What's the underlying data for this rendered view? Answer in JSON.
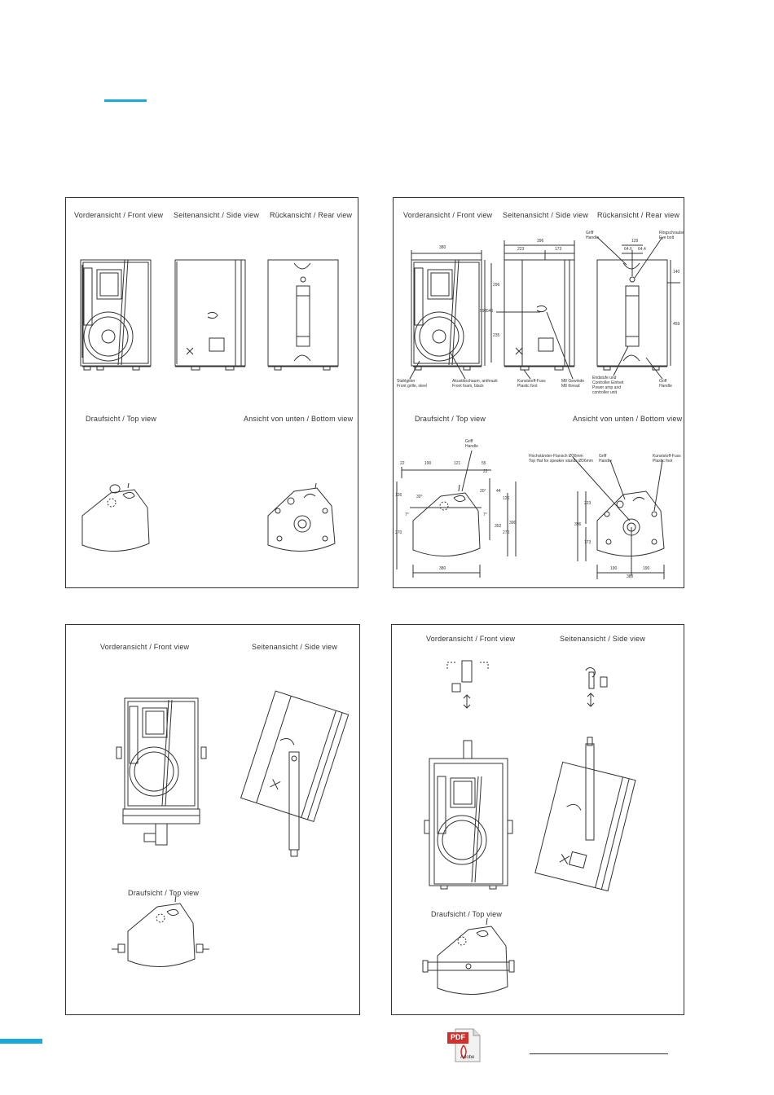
{
  "panels": [
    {
      "id": "p1",
      "labels": {
        "front": "Vorderansicht / Front view",
        "side": "Seitenansicht / Side view",
        "rear": "Rückansicht / Rear view",
        "top": "Draufsicht / Top view",
        "bottom": "Ansicht von unten / Bottom view"
      }
    },
    {
      "id": "p2",
      "labels": {
        "front": "Vorderansicht / Front view",
        "side": "Seitenansicht / Side view",
        "rear": "Rückansicht / Rear view",
        "top": "Draufsicht / Top view",
        "bottom": "Ansicht von unten / Bottom view"
      },
      "dims": {
        "width_front": "380",
        "depth_side": "396",
        "depth_a": "223",
        "depth_b": "173",
        "rear_w": "129",
        "rear_a": "64.6",
        "rear_b": "64.4",
        "h_total": "598",
        "h_inner": "546",
        "h_upper": "296",
        "h_lower": "235",
        "rear_top": "140",
        "rear_h": "459",
        "top_22a": "22",
        "top_190": "190",
        "top_121": "121",
        "top_55": "55",
        "top_22b": "22",
        "top_126": "126",
        "top_270a": "270",
        "top_30": "30°",
        "top_7a": "7°",
        "top_7b": "7°",
        "top_20": "20°",
        "top_44": "44",
        "top_126b": "126",
        "top_352": "352",
        "top_270b": "270",
        "top_396": "396",
        "top_380": "380",
        "bot_223": "223",
        "bot_396": "396",
        "bot_173": "173",
        "bot_190a": "190",
        "bot_190b": "190",
        "bot_380": "380"
      },
      "callouts": {
        "grill_de": "Stahlgitter",
        "grill_en": "Front grille, steel",
        "foam_de": "Akustikschaum, anthrazit",
        "foam_en": "Front foam, black",
        "foot_de": "Kunststoff-Fuss",
        "foot_en": "Plastic foot",
        "thread_de": "M8 Gewinde",
        "thread_en": "M8 thread",
        "amp_de": "Endstufe und",
        "amp_de2": "Controller Einheit",
        "amp_en": "Power amp and",
        "amp_en2": "controller unit",
        "handle_de": "Griff",
        "handle_en": "Handle",
        "handle2_de": "Griff",
        "handle2_en": "Handle",
        "eyebolt_de": "Ringschraube",
        "eyebolt_en": "Eye bolt",
        "top_handle_de": "Griff",
        "top_handle_en": "Handle",
        "flange_de": "Hochständer-Flansch Ø36mm",
        "flange_en": "Top Hat for speaker stands Ø36mm",
        "bot_handle_de": "Griff",
        "bot_handle_en": "Handle",
        "bot_foot_de": "Kunststoff-Fuss",
        "bot_foot_en": "Plastic foot"
      }
    },
    {
      "id": "p3",
      "labels": {
        "front": "Vorderansicht / Front view",
        "side": "Seitenansicht / Side view",
        "top": "Draufsicht / Top view"
      }
    },
    {
      "id": "p4",
      "labels": {
        "front": "Vorderansicht / Front view",
        "side": "Seitenansicht / Side view",
        "top": "Draufsicht / Top view"
      }
    }
  ],
  "footer": {
    "pdf_badge": "PDF",
    "pdf_brand": "Adobe"
  },
  "colors": {
    "accent": "#1aa9df",
    "line": "#333333",
    "pdf_red": "#d0312d"
  }
}
